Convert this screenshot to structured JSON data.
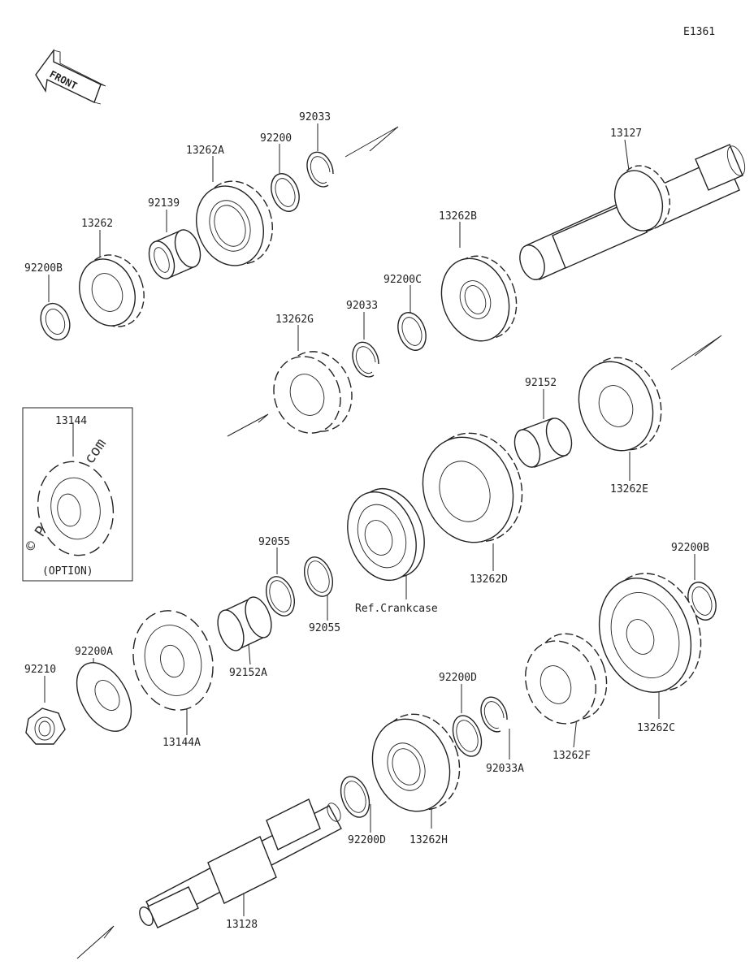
{
  "diagram": {
    "id": "E1361",
    "front_label": "FRONT",
    "option_label": "(OPTION)",
    "watermark": "© Partzilla.com",
    "labels": {
      "l13262": "13262",
      "l92200B_top": "92200B",
      "l92139": "92139",
      "l13262A": "13262A",
      "l92200_top": "92200",
      "l92033_top": "92033",
      "l13127": "13127",
      "l13262B": "13262B",
      "l92200C": "92200C",
      "l92033_mid": "92033",
      "l13262G": "13262G",
      "l13144": "13144",
      "l92152_top": "92152",
      "l13262E": "13262E",
      "l13262D": "13262D",
      "l92055_a": "92055",
      "l92055_b": "92055",
      "l_refcrank": "Ref.Crankcase",
      "l92200B_right": "92200B",
      "l92210": "92210",
      "l92200A": "92200A",
      "l13144A": "13144A",
      "l92152A": "92152A",
      "l92200D_mid": "92200D",
      "l92033A": "92033A",
      "l13262F": "13262F",
      "l13262C": "13262C",
      "l92200D_low": "92200D",
      "l13262H": "13262H",
      "l13128": "13128"
    }
  }
}
